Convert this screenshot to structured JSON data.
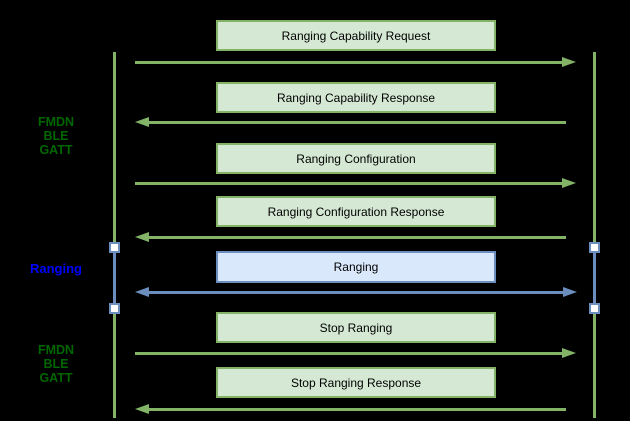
{
  "colors": {
    "background": "#000000",
    "green_stroke": "#82b366",
    "green_fill": "#d5e8d4",
    "blue_stroke": "#6c8ebf",
    "blue_fill": "#dae8fc",
    "green_label_text": "#006600",
    "blue_label_text": "#0000ff",
    "box_text": "#000000",
    "square_fill": "#ffffff"
  },
  "side_labels": [
    {
      "lines": [
        "FMDN",
        "BLE",
        "GATT"
      ],
      "style": "green"
    },
    {
      "lines": [
        "Ranging"
      ],
      "style": "blue"
    },
    {
      "lines": [
        "FMDN",
        "BLE",
        "GATT"
      ],
      "style": "green"
    }
  ],
  "messages": [
    {
      "label": "Ranging Capability Request",
      "direction": "right",
      "style": "green"
    },
    {
      "label": "Ranging Capability Response",
      "direction": "left",
      "style": "green"
    },
    {
      "label": "Ranging Configuration",
      "direction": "right",
      "style": "green"
    },
    {
      "label": "Ranging Configuration Response",
      "direction": "left",
      "style": "green"
    },
    {
      "label": "Ranging",
      "direction": "both",
      "style": "blue"
    },
    {
      "label": "Stop Ranging",
      "direction": "right",
      "style": "green"
    },
    {
      "label": "Stop Ranging Response",
      "direction": "left",
      "style": "green"
    }
  ]
}
